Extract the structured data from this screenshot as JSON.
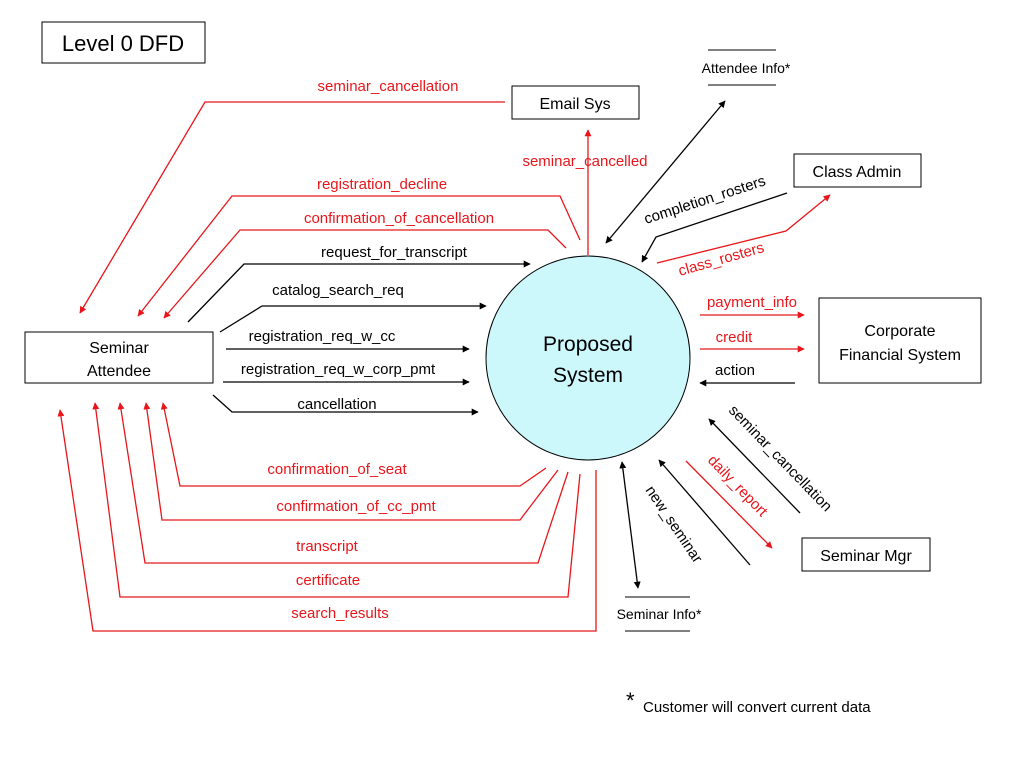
{
  "title": "Level 0 DFD",
  "process": {
    "line1": "Proposed",
    "line2": "System"
  },
  "entities": {
    "email_sys": "Email Sys",
    "class_admin": "Class Admin",
    "seminar_attendee_1": "Seminar",
    "seminar_attendee_2": "Attendee",
    "corporate_1": "Corporate",
    "corporate_2": "Financial System",
    "seminar_mgr": "Seminar Mgr"
  },
  "datastores": {
    "attendee_info": "Attendee Info*",
    "seminar_info": "Seminar Info*"
  },
  "flows": {
    "seminar_cancellation_top": "seminar_cancellation",
    "seminar_cancelled": "seminar_cancelled",
    "registration_decline": "registration_decline",
    "confirmation_of_cancellation": "confirmation_of_cancellation",
    "request_for_transcript": "request_for_transcript",
    "catalog_search_req": "catalog_search_req",
    "registration_req_w_cc": "registration_req_w_cc",
    "registration_req_w_corp_pmt": "registration_req_w_corp_pmt",
    "cancellation": "cancellation",
    "confirmation_of_seat": "confirmation_of_seat",
    "confirmation_of_cc_pmt": "confirmation_of_cc_pmt",
    "transcript": "transcript",
    "certificate": "certificate",
    "search_results": "search_results",
    "completion_rosters": "completion_rosters",
    "class_rosters": "class_rosters",
    "payment_info": "payment_info",
    "credit": "credit",
    "action": "action",
    "seminar_cancellation_mgr": "seminar_cancellation",
    "daily_report": "daily_report",
    "new_seminar": "new_seminar"
  },
  "footnote": {
    "star": "*",
    "text": "Customer will convert current data"
  },
  "colors": {
    "black": "#000000",
    "red": "#e8161b",
    "process_fill": "#ccf7fb"
  }
}
